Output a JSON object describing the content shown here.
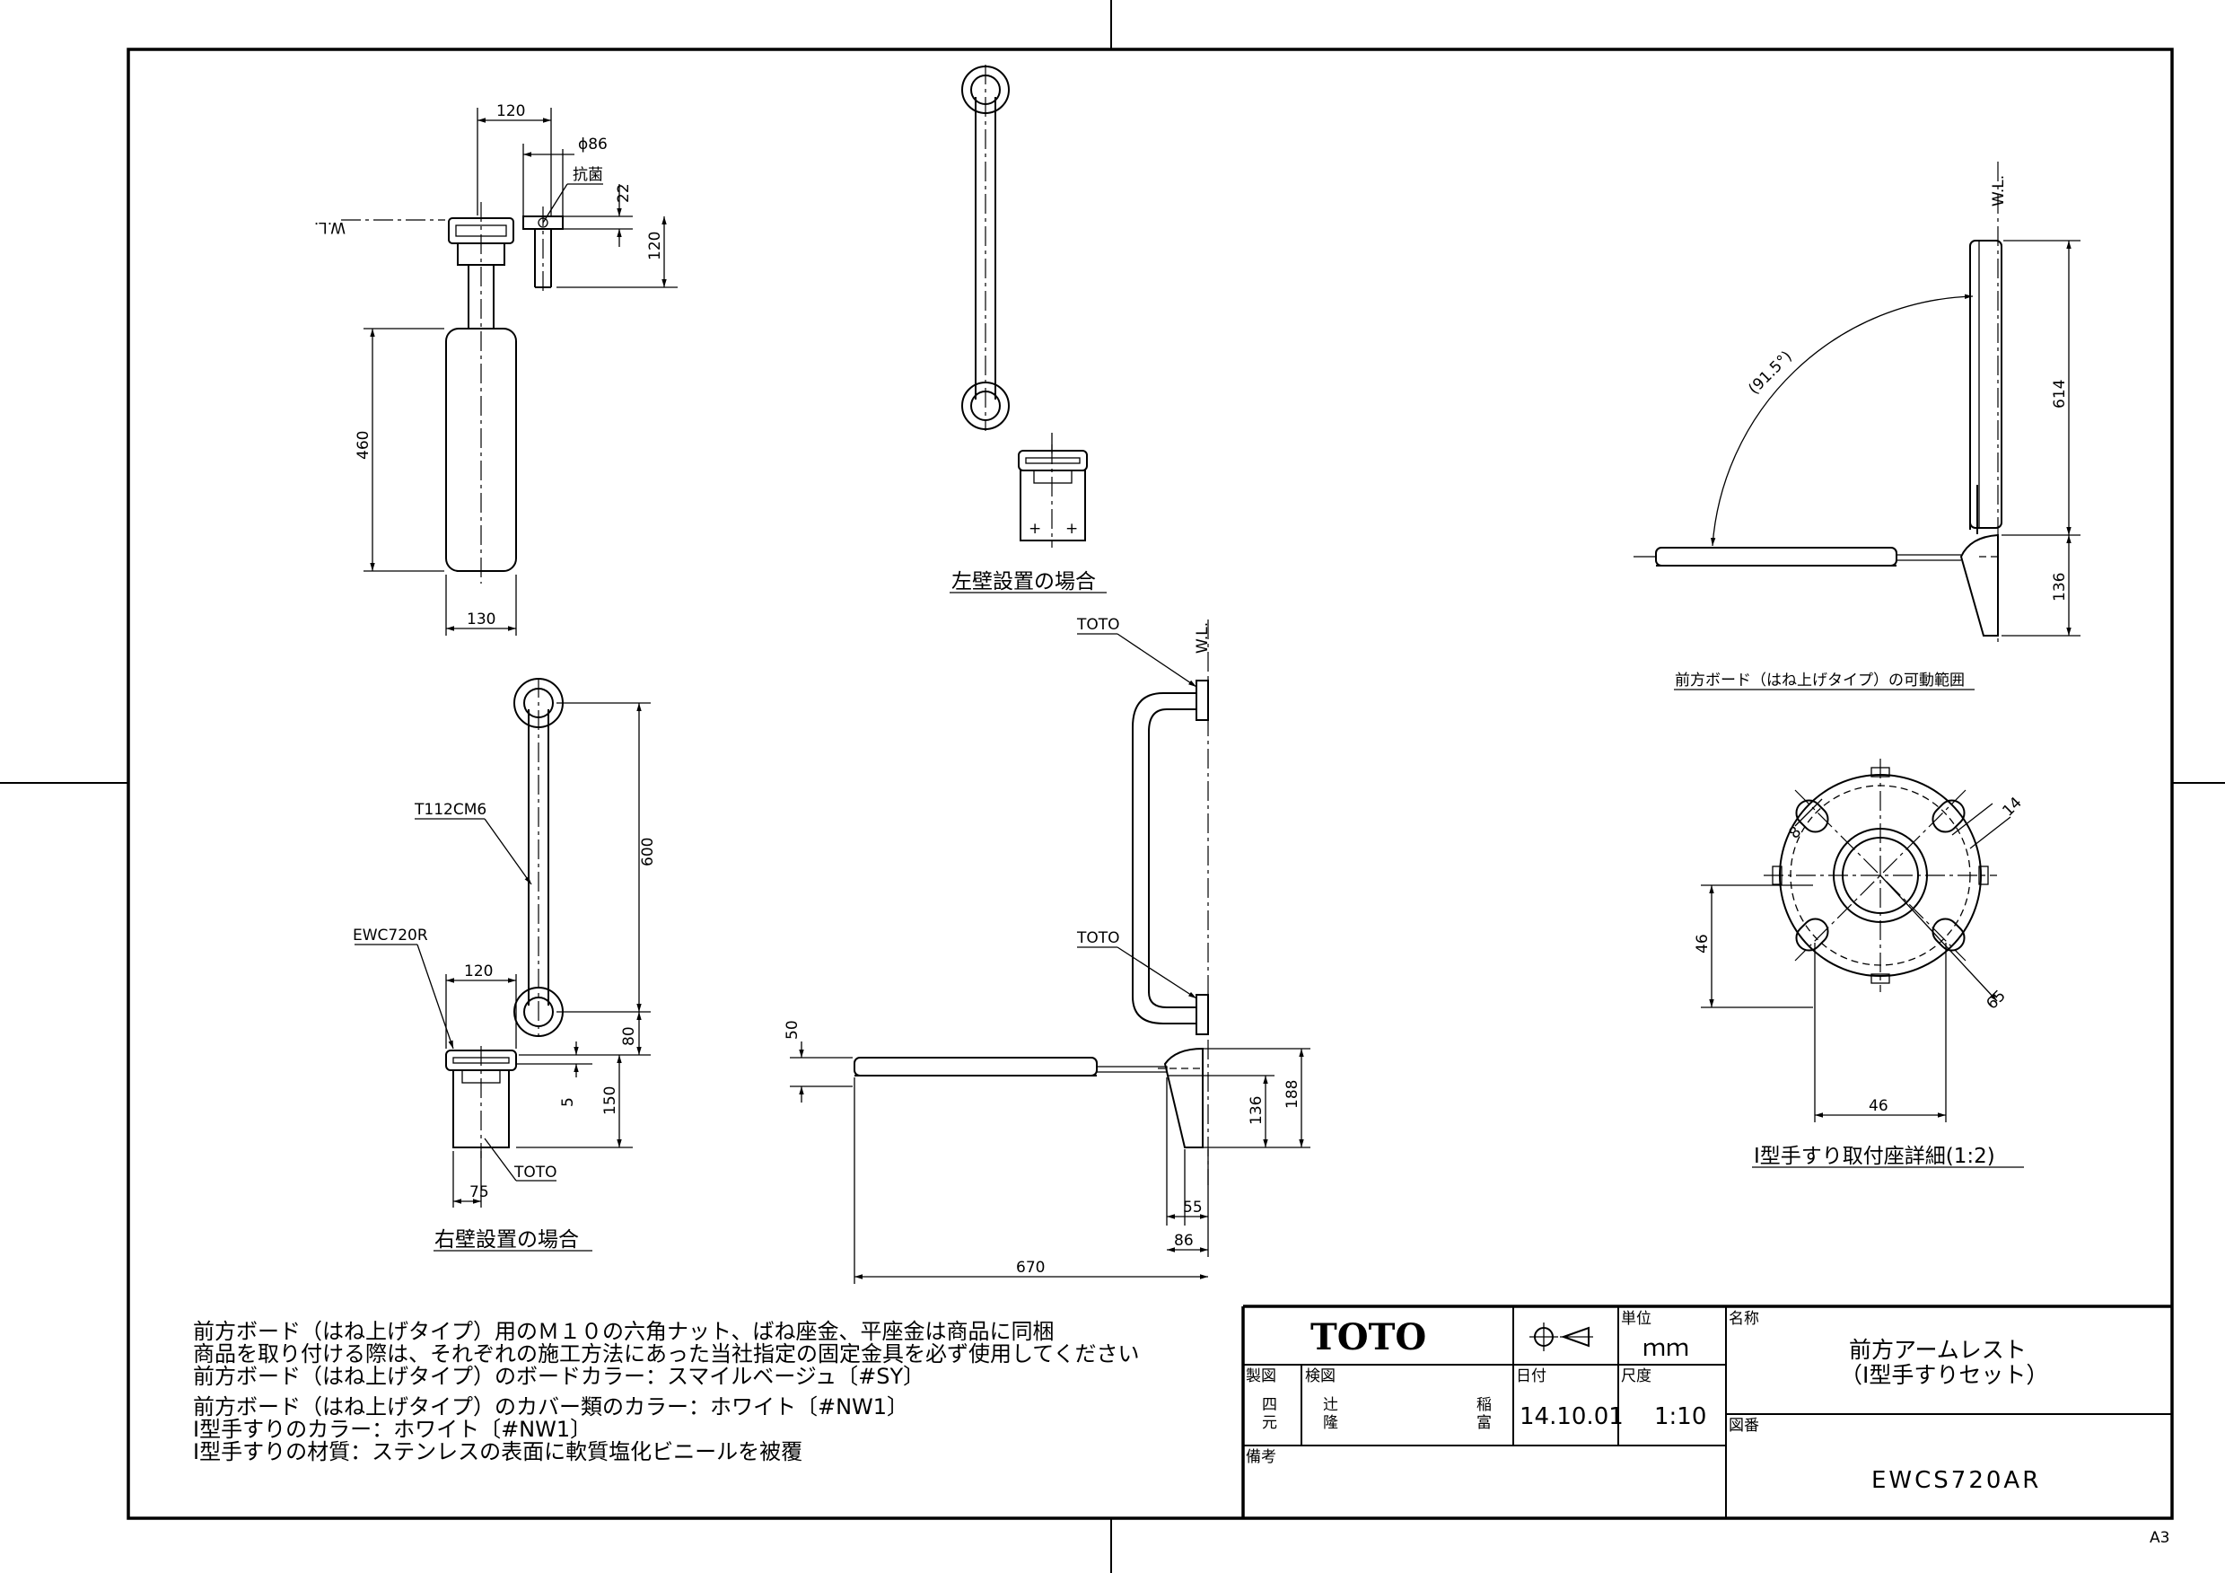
{
  "views": {
    "right_wall": {
      "caption": "右壁設置の場合",
      "dims": {
        "d120_top": "120",
        "d86": "ϕ86",
        "d22": "22",
        "d120_side": "120",
        "d460": "460",
        "d130": "130",
        "d600": "600",
        "d120_mid": "120",
        "d80": "80",
        "d5": "5",
        "d150": "150",
        "d75": "75"
      },
      "labels": {
        "kokin": "抗菌",
        "wl": "W.L.",
        "t112": "T112CM6",
        "ewc720r": "EWC720R",
        "toto": "TOTO"
      }
    },
    "left_wall": {
      "caption": "左壁設置の場合"
    },
    "side": {
      "dims": {
        "d50": "50",
        "d136": "136",
        "d188": "188",
        "d55": "55",
        "d86": "86",
        "d670": "670"
      },
      "labels": {
        "toto_top": "TOTO",
        "toto_mid": "TOTO",
        "wl": "W.L."
      }
    },
    "range": {
      "caption": "前方ボード（はね上げタイプ）の可動範囲",
      "dims": {
        "angle": "(91.5°)",
        "d614": "614",
        "d136": "136"
      },
      "labels": {
        "wl": "W.L."
      }
    },
    "detail": {
      "caption": "I型手すり取付座詳細(1:2)",
      "dims": {
        "d8": "8",
        "d14": "14",
        "d46v": "46",
        "d65": "65",
        "d46h": "46"
      }
    }
  },
  "notes": [
    "前方ボード（はね上げタイプ）用のＭ１０の六角ナット、ばね座金、平座金は商品に同梱",
    "商品を取り付ける際は、それぞれの施工方法にあった当社指定の固定金具を必ず使用してください",
    "前方ボード（はね上げタイプ）のボードカラー：スマイルベージュ〔#SY〕",
    "前方ボード（はね上げタイプ）のカバー類のカラー：ホワイト〔#NW1〕",
    "I型手すりのカラー：ホワイト〔#NW1〕",
    "I型手すりの材質：ステンレスの表面に軟質塩化ビニールを被覆"
  ],
  "title_block": {
    "logo": "TOTO",
    "unit_label": "単位",
    "unit_value": "ｍｍ",
    "name_label": "名称",
    "name_line1": "前方アームレスト",
    "name_line2": "（I型手すりセット）",
    "drawn_label": "製図",
    "drawn_by_1": "四",
    "drawn_by_2": "元",
    "checked_label": "検図",
    "checked_by_1": "辻",
    "checked_by_2": "隆",
    "checked_by_3": "稲",
    "checked_by_4": "富",
    "date_label": "日付",
    "date_value": "14.10.01",
    "scale_label": "尺度",
    "scale_value": "1:10",
    "dwg_label": "図番",
    "dwg_value": "EWCS720AR",
    "remarks_label": "備考"
  },
  "sheet_size": "A3"
}
